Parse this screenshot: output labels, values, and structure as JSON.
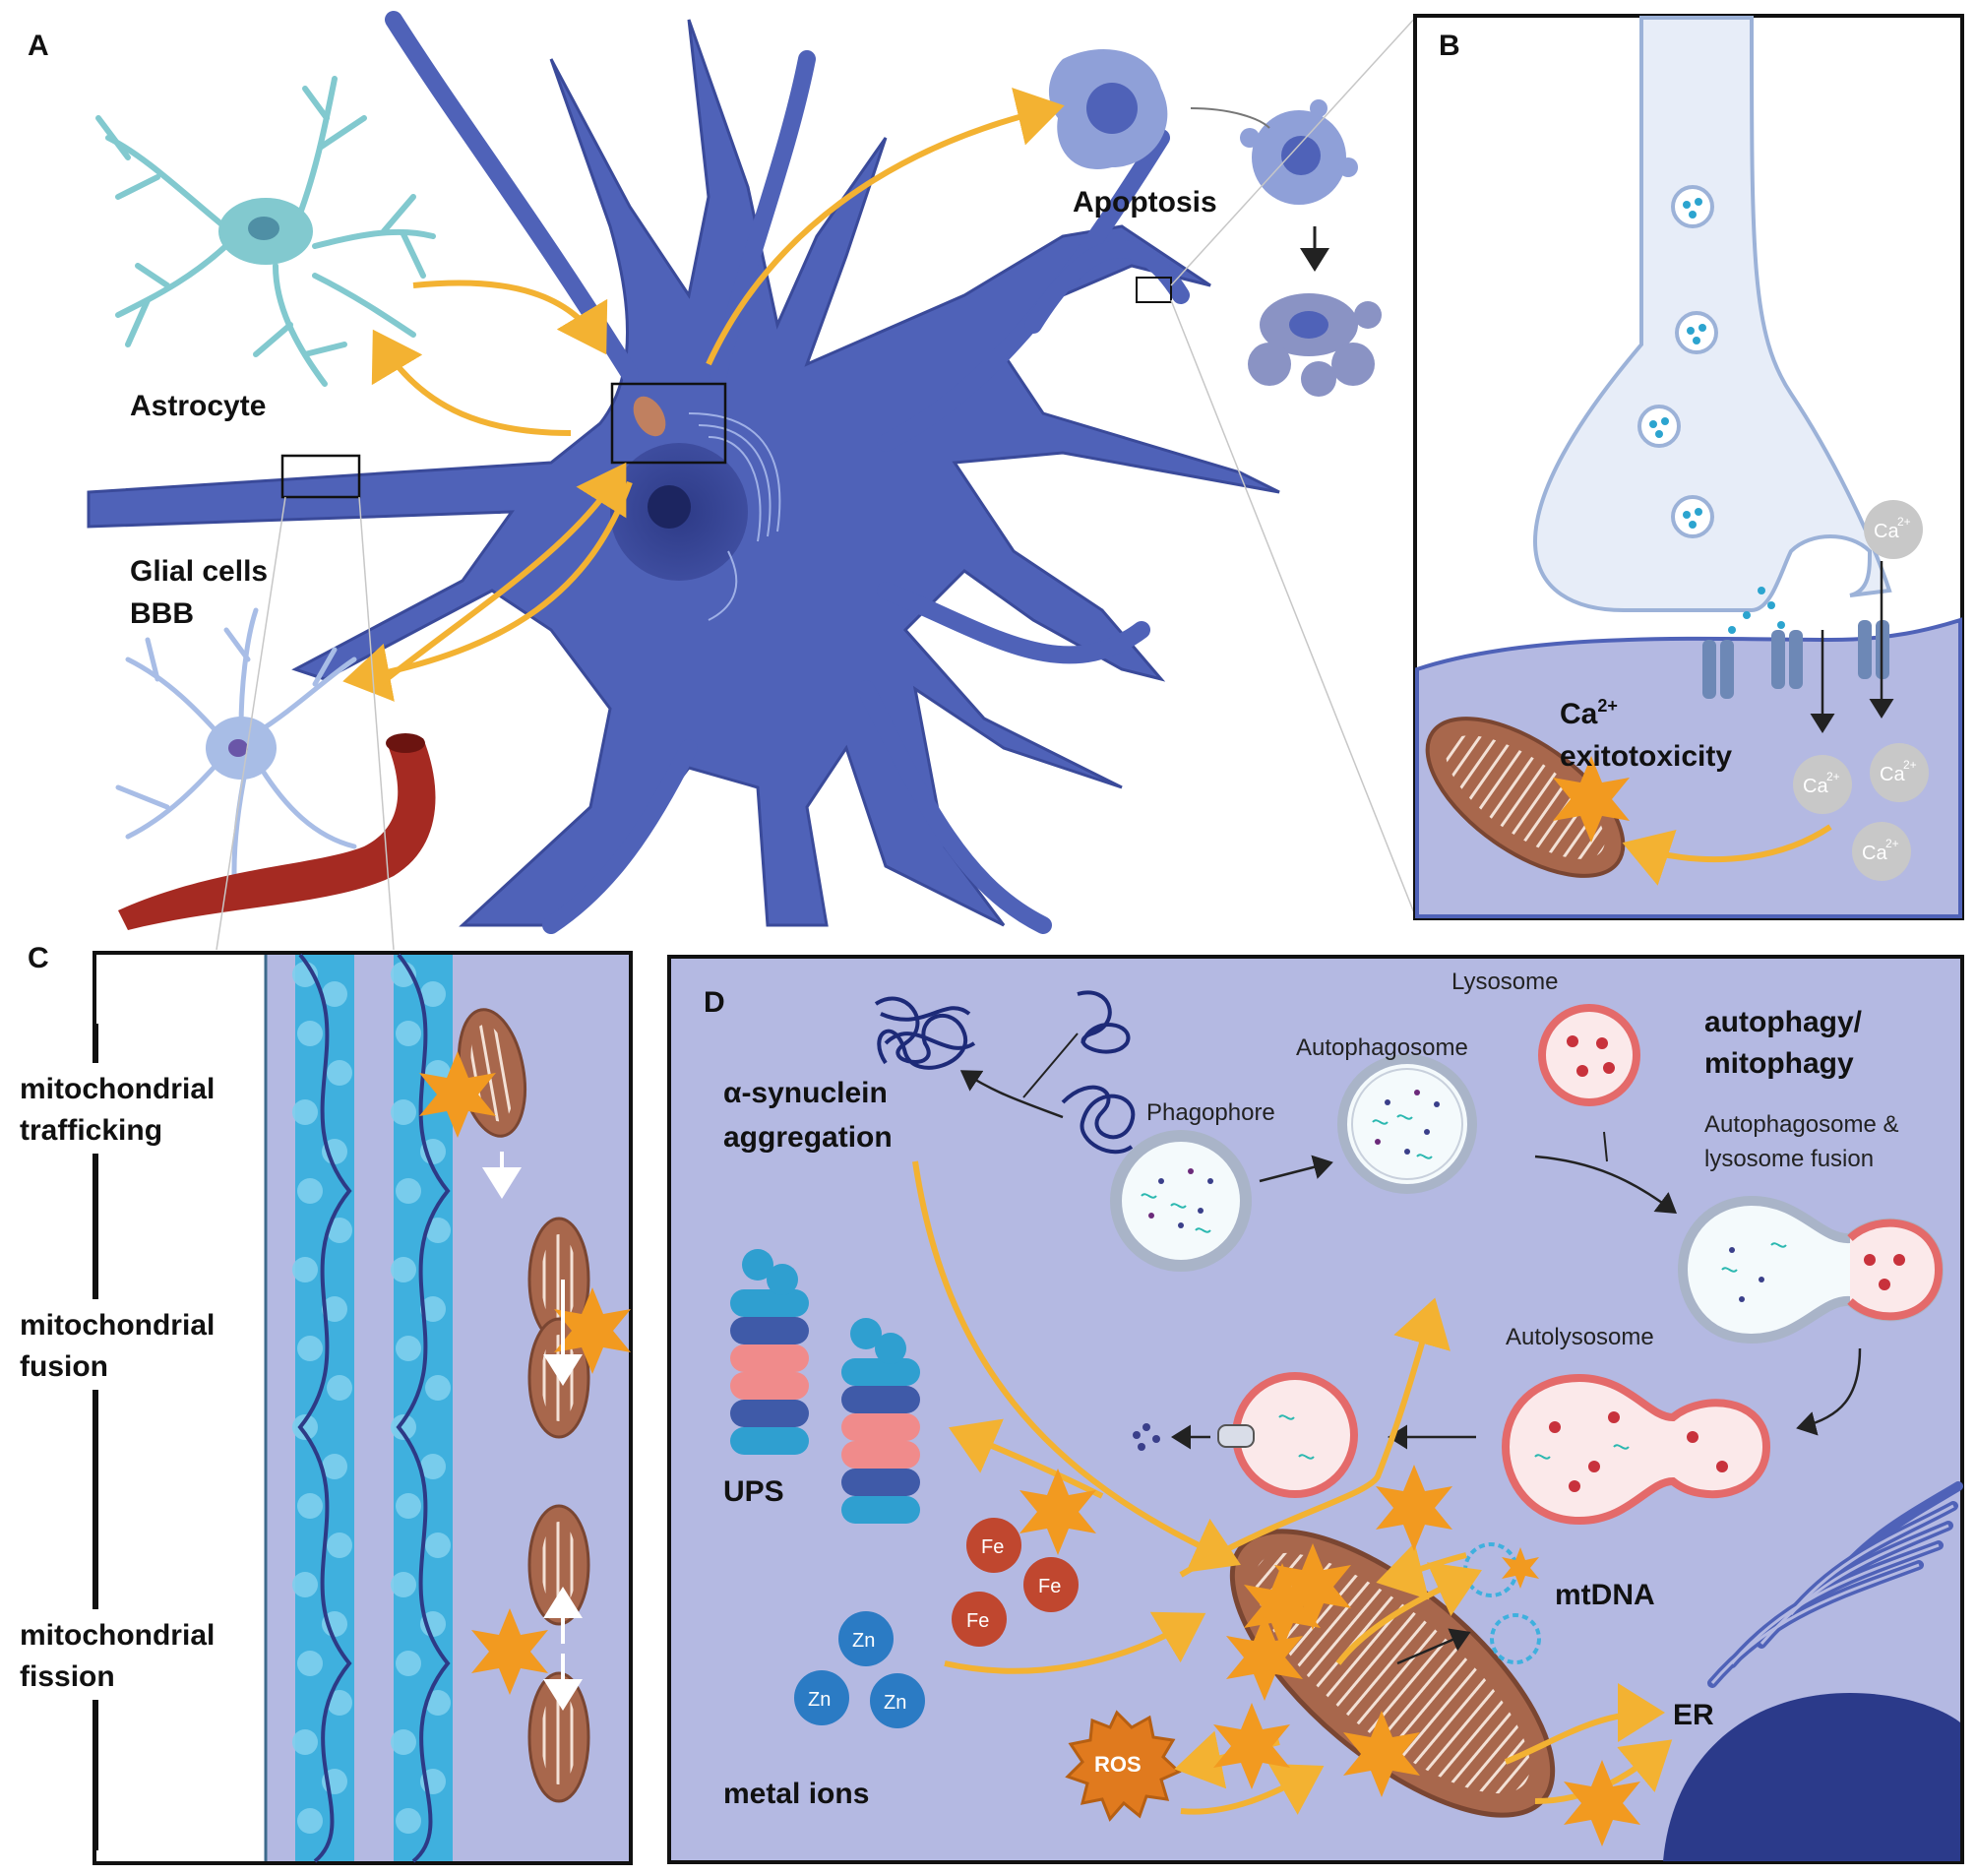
{
  "panels": {
    "a": "A",
    "b": "B",
    "c": "C",
    "d": "D"
  },
  "panel_a": {
    "astrocyte": "Astrocyte",
    "glial_line1": "Glial cells",
    "glial_line2": "BBB",
    "apoptosis": "Apoptosis"
  },
  "panel_b": {
    "ca_ion": "Ca",
    "ca_sup": "2+",
    "exito_line1_base": "Ca",
    "exito_line1_sup": "2+",
    "exito_line2": "exitotoxicity"
  },
  "panel_c": {
    "trafficking_1": "mitochondrial",
    "trafficking_2": "trafficking",
    "fusion_1": "mitochondrial",
    "fusion_2": "fusion",
    "fission_1": "mitochondrial",
    "fission_2": "fission"
  },
  "panel_d": {
    "syn_1": "α-synuclein",
    "syn_2": "aggregation",
    "phagophore": "Phagophore",
    "autophagosome": "Autophagosome",
    "lysosome": "Lysosome",
    "autophagy_1": "autophagy/",
    "autophagy_2": "mitophagy",
    "fusion_1": "Autophagosome &",
    "fusion_2": "lysosome fusion",
    "autolysosome": "Autolysosome",
    "ups": "UPS",
    "fe": "Fe",
    "zn": "Zn",
    "metal_ions": "metal ions",
    "ros": "ROS",
    "mtdna": "mtDNA",
    "er": "ER"
  },
  "colors": {
    "neuron": "#4f62b8",
    "panel_bg": "#b4b9e2",
    "arrow": "#f3b232",
    "star": "#f29a20",
    "mito": "#a8674c",
    "astrocyte": "#82c9cf",
    "vessel": "#a52a22"
  }
}
